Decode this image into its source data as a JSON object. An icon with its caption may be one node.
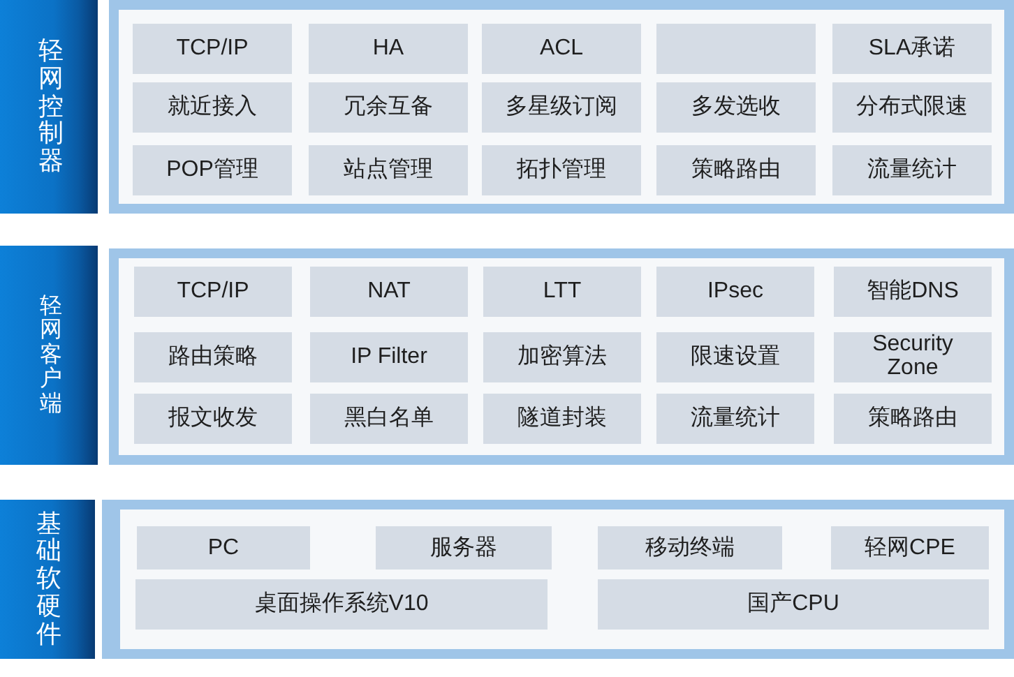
{
  "diagram": {
    "nodes": [
      {
        "text": [
          "轻网控制器"
        ]
      },
      {
        "text": [],
        "shape": "box"
      },
      {
        "text": [
          "TCP/IP"
        ],
        "in": 1
      },
      {
        "text": [
          "HA"
        ],
        "in": 1
      },
      {
        "text": [
          "ACL"
        ],
        "in": 1
      },
      {
        "text": [],
        "shape": "box",
        "in": 1
      },
      {
        "text": [
          "SLA承诺"
        ],
        "in": 1
      },
      {
        "text": [
          "就近接入"
        ],
        "in": 1
      },
      {
        "text": [
          "冗余互备"
        ],
        "in": 1
      },
      {
        "text": [
          "多星级订阅"
        ],
        "in": 1
      },
      {
        "text": [
          "多发选收"
        ],
        "in": 1
      },
      {
        "text": [
          "分布式限速"
        ],
        "in": 1
      },
      {
        "text": [
          "POP管理"
        ],
        "in": 1
      },
      {
        "text": [
          "站点管理"
        ],
        "in": 1
      },
      {
        "text": [
          "拓扑管理"
        ],
        "in": 1
      },
      {
        "text": [
          "策略路由"
        ],
        "in": 1
      },
      {
        "text": [
          "流量统计"
        ],
        "in": 1
      },
      {
        "text": [
          "轻网客户端"
        ]
      },
      {
        "text": [],
        "shape": "box"
      },
      {
        "text": [
          "TCP/IP"
        ],
        "in": 18
      },
      {
        "text": [
          "NAT"
        ],
        "in": 18
      },
      {
        "text": [
          "LTT"
        ],
        "in": 18
      },
      {
        "text": [
          "IPsec"
        ],
        "in": 18
      },
      {
        "text": [
          "智能DNS"
        ],
        "in": 18
      },
      {
        "text": [
          "路由策略"
        ],
        "in": 18
      },
      {
        "text": [
          "IP Filter"
        ],
        "in": 18
      },
      {
        "text": [
          "加密算法"
        ],
        "in": 18
      },
      {
        "text": [
          "限速设置"
        ],
        "in": 18
      },
      {
        "text": [
          "Security Zone"
        ],
        "in": 18
      },
      {
        "text": [
          "报文收发"
        ],
        "in": 18
      },
      {
        "text": [
          "黑白名单"
        ],
        "in": 18
      },
      {
        "text": [
          "隧道封装"
        ],
        "in": 18
      },
      {
        "text": [
          "流量统计"
        ],
        "in": 18
      },
      {
        "text": [
          "策略路由"
        ],
        "in": 18
      },
      {
        "text": [
          "基础软硬件"
        ]
      },
      {
        "text": [],
        "shape": "box"
      },
      {
        "text": [
          "PC"
        ],
        "in": 35
      },
      {
        "text": [
          "服务器"
        ],
        "in": 35
      },
      {
        "text": [
          "移动终端"
        ],
        "in": 35
      },
      {
        "text": [
          "轻网CPE"
        ],
        "in": 35
      },
      {
        "text": [
          "桌面操作系统V10"
        ],
        "in": 35
      },
      {
        "text": [
          "国产CPU"
        ],
        "in": 35
      }
    ]
  }
}
